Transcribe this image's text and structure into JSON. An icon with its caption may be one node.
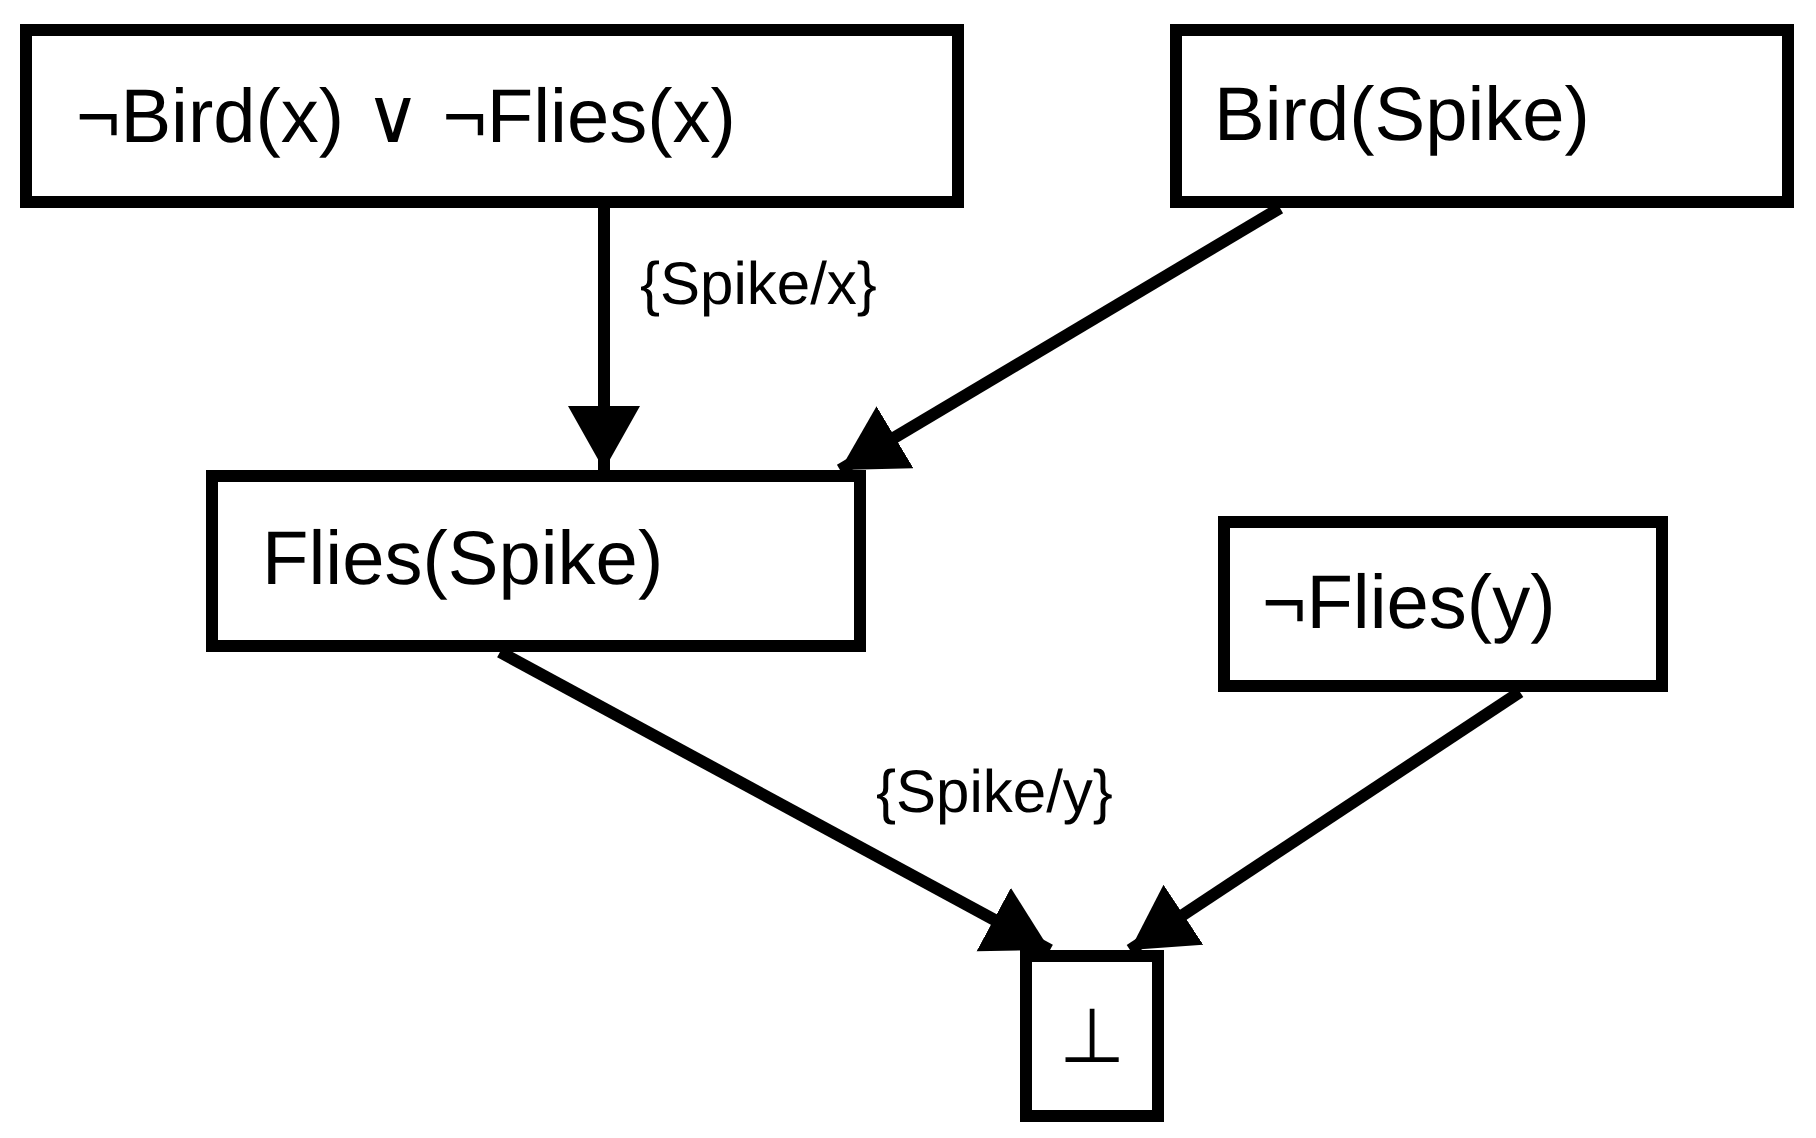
{
  "diagram": {
    "nodes": [
      {
        "text": [
          "¬Bird(x) ∨ ¬Flies(x)"
        ]
      },
      {
        "text": [
          "Bird(Spike)"
        ]
      },
      {
        "text": [
          "Flies(Spike)"
        ]
      },
      {
        "text": [
          "¬Flies(y)"
        ]
      },
      {
        "text": [
          "⊥"
        ]
      }
    ],
    "edges": [
      {
        "from": 0,
        "to": 2,
        "arrow": "to",
        "label": "{Spike/x}"
      },
      {
        "from": 1,
        "to": 2,
        "arrow": "to"
      },
      {
        "from": 2,
        "to": 4,
        "arrow": "to",
        "label": "{Spike/y}"
      },
      {
        "from": 3,
        "to": 4,
        "arrow": "to"
      }
    ]
  }
}
